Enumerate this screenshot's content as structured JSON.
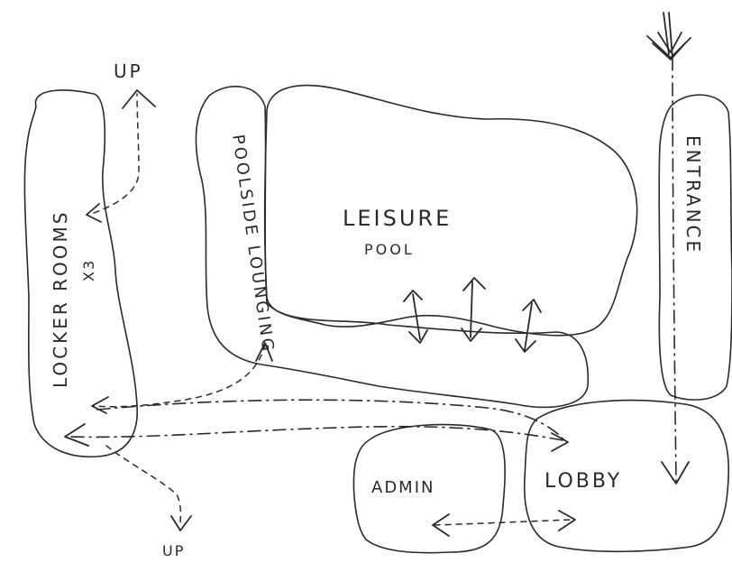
{
  "labels": {
    "up_top": "UP",
    "up_bottom": "UP",
    "locker_rooms": "LOCKER ROOMS",
    "locker_rooms_count": "X3",
    "poolside_lounging": "POOLSIDE LOUNGING",
    "leisure": "LEISURE",
    "pool": "POOL",
    "entrance": "ENTRANCE",
    "admin": "ADMIN",
    "lobby": "LOBBY"
  }
}
